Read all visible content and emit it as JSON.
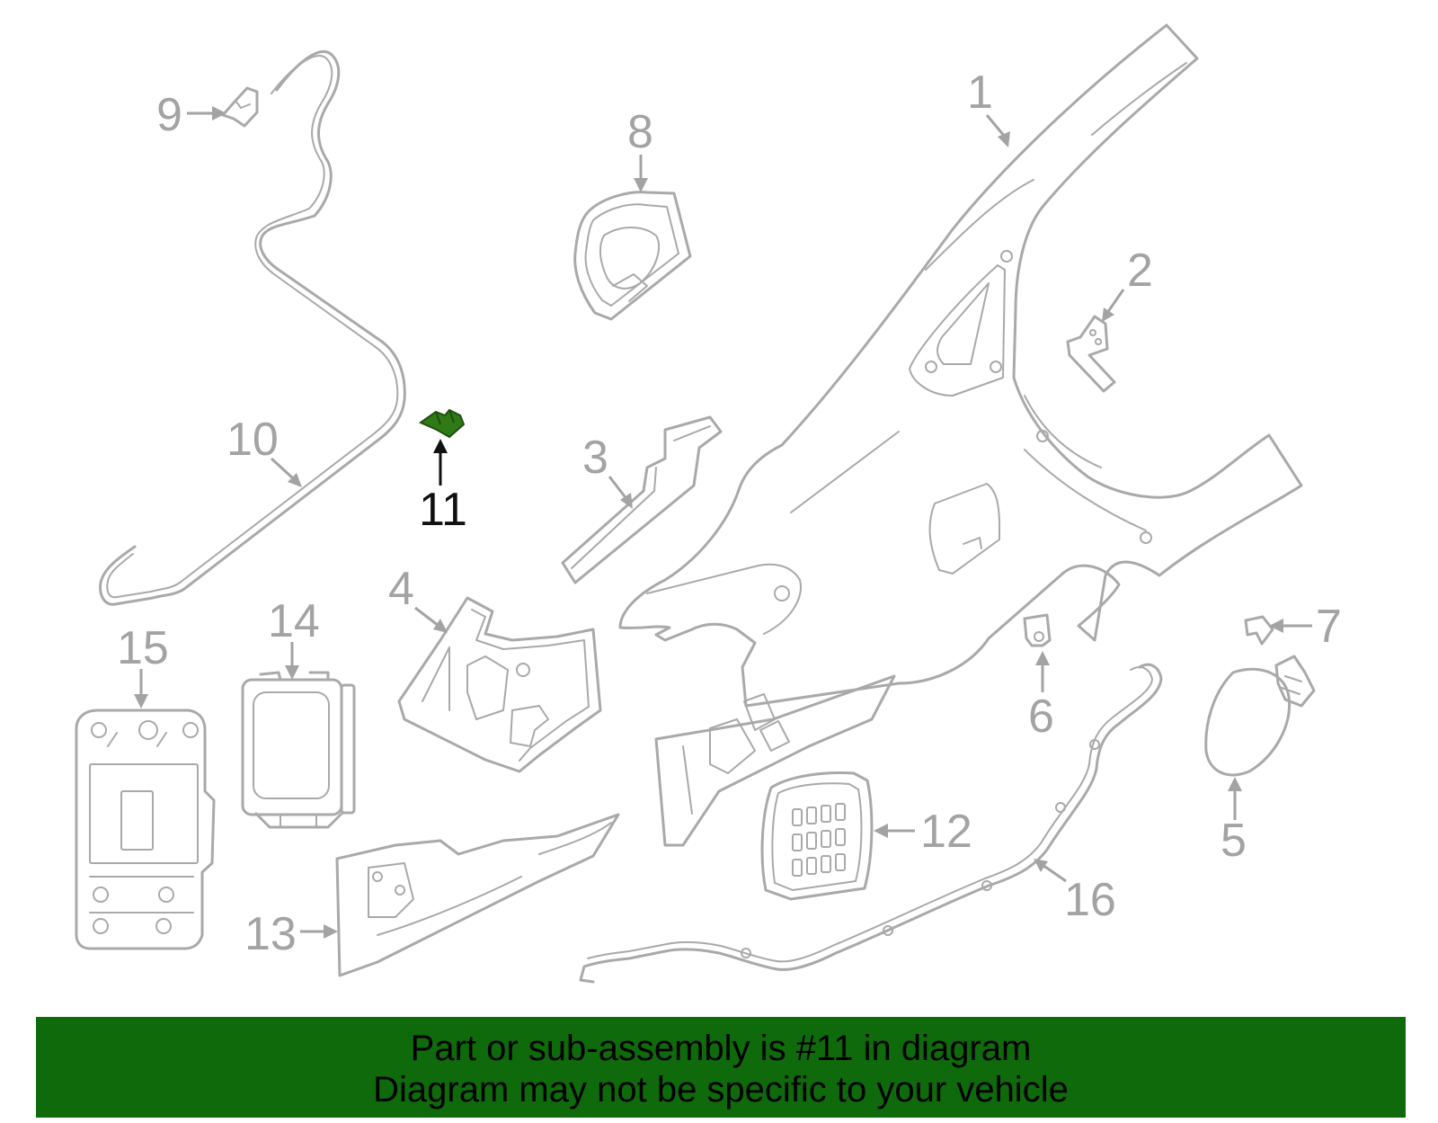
{
  "diagram": {
    "highlight_color": "#2f7a17",
    "outline_color": "#a9a9a9",
    "highlighted_part": "11",
    "callouts": [
      {
        "id": "1",
        "label": "1"
      },
      {
        "id": "2",
        "label": "2"
      },
      {
        "id": "3",
        "label": "3"
      },
      {
        "id": "4",
        "label": "4"
      },
      {
        "id": "5",
        "label": "5"
      },
      {
        "id": "6",
        "label": "6"
      },
      {
        "id": "7",
        "label": "7"
      },
      {
        "id": "8",
        "label": "8"
      },
      {
        "id": "9",
        "label": "9"
      },
      {
        "id": "10",
        "label": "10"
      },
      {
        "id": "11",
        "label": "11"
      },
      {
        "id": "12",
        "label": "12"
      },
      {
        "id": "13",
        "label": "13"
      },
      {
        "id": "14",
        "label": "14"
      },
      {
        "id": "15",
        "label": "15"
      },
      {
        "id": "16",
        "label": "16"
      }
    ]
  },
  "banner": {
    "background": "#0f6a0b",
    "line1": "Part or sub-assembly is #11 in diagram",
    "line2": "Diagram may not be specific to your vehicle"
  }
}
